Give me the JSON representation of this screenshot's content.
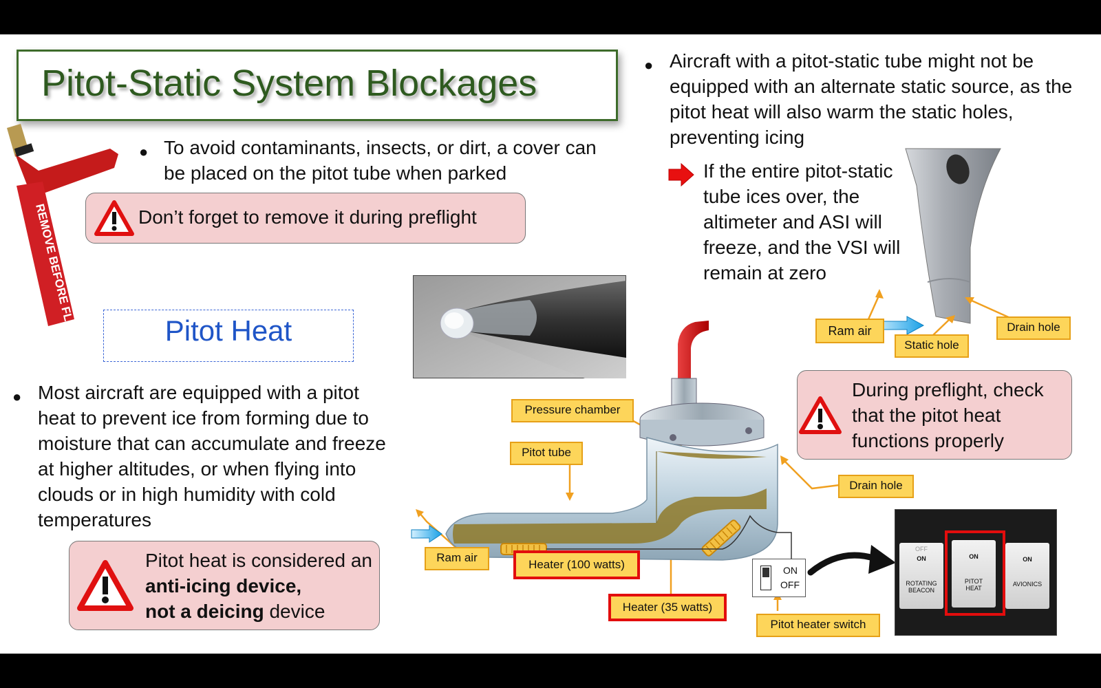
{
  "title": "Pitot-Static System Blockages",
  "cover_bullet": "To avoid contaminants, insects, or dirt, a cover can be placed on the pitot tube when parked",
  "cover_warning": "Don’t forget to remove it during preflight",
  "remove_tag_text": "REMOVE BEFORE FLIGHT",
  "pitot_heat_heading": "Pitot Heat",
  "heat_bullet": "Most aircraft are equipped with a pitot heat to prevent ice from forming due to moisture that can accumulate and freeze at higher altitudes, or when flying into clouds or in high humidity with cold temperatures",
  "heat_warning": {
    "part1": "Pitot heat is considered an ",
    "bold1": "anti-icing device,",
    "bold2": "not a deicing",
    "part2": " device"
  },
  "static_bullet": "Aircraft with a pitot-static tube might not be equipped with an alternate static source, as the pitot heat will also warm the static holes, preventing icing",
  "ice_note": "If the entire pitot-static tube ices over, the altimeter and ASI will freeze, and the VSI will remain at zero",
  "preflight_warning": "During preflight, check that the pitot heat functions properly",
  "tube_labels": {
    "ram_air": "Ram air",
    "static_hole": "Static hole",
    "drain_hole": "Drain hole"
  },
  "diagram_labels": {
    "pressure_chamber": "Pressure chamber",
    "pitot_tube": "Pitot tube",
    "drain_hole": "Drain hole",
    "ram_air": "Ram air",
    "heater_100": "Heater (100 watts)",
    "heater_35": "Heater (35 watts)",
    "switch": "Pitot heater switch"
  },
  "switch_text": {
    "on": "ON",
    "off": "OFF"
  },
  "panel": {
    "switches": [
      {
        "top": "OFF",
        "state": "ON",
        "label1": "ROTATING",
        "label2": "BEACON"
      },
      {
        "top": "",
        "state": "ON",
        "label1": "PITOT",
        "label2": "HEAT"
      },
      {
        "top": "",
        "state": "ON",
        "label1": "AVIONICS",
        "label2": ""
      }
    ]
  },
  "colors": {
    "title_green": "#2e5a1f",
    "warning_pink": "#f4cfd0",
    "tag_yellow": "#fdd55a",
    "heading_blue": "#1f55c7",
    "highlight_red": "#e20d0d"
  }
}
